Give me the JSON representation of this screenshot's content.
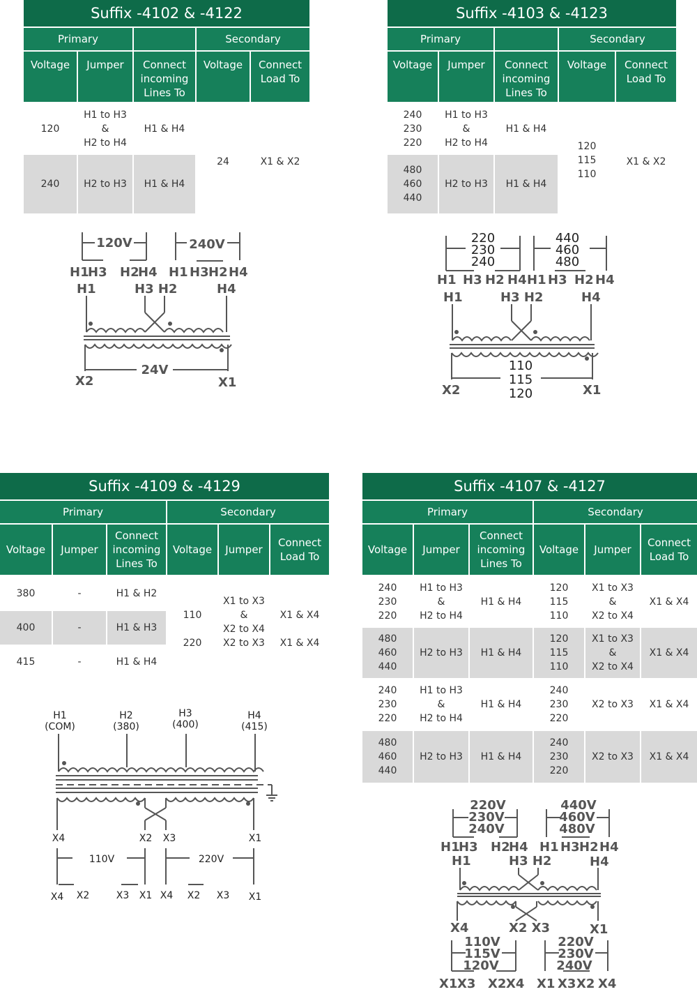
{
  "colors": {
    "header": "#16805a",
    "title": "#0e6b49",
    "shaded": "#d9d9d9"
  },
  "t1": {
    "title": "Suffix -4102 & -4122",
    "primary": "Primary",
    "secondary": "Secondary",
    "cols": [
      "Voltage",
      "Jumper",
      "Connect incoming Lines To",
      "Voltage",
      "Connect Load To"
    ],
    "rows": [
      {
        "voltage": "120",
        "jumper": [
          "H1 to H3",
          "&",
          "H2 to H4"
        ],
        "lines": "H1 & H4"
      },
      {
        "voltage": "240",
        "jumper": [
          "H2 to H3"
        ],
        "lines": "H1 & H4"
      }
    ],
    "sec_voltage": "24",
    "sec_load": "X1 & X2"
  },
  "t2": {
    "title": "Suffix -4103 & -4123",
    "primary": "Primary",
    "secondary": "Secondary",
    "cols": [
      "Voltage",
      "Jumper",
      "Connect incoming Lines To",
      "Voltage",
      "Connect Load To"
    ],
    "rows": [
      {
        "voltage": [
          "240",
          "230",
          "220"
        ],
        "jumper": [
          "H1 to H3",
          "&",
          "H2 to H4"
        ],
        "lines": "H1 & H4"
      },
      {
        "voltage": [
          "480",
          "460",
          "440"
        ],
        "jumper": [
          "H2 to H3"
        ],
        "lines": "H1 & H4"
      }
    ],
    "sec_voltage": [
      "120",
      "115",
      "110"
    ],
    "sec_load": "X1 & X2"
  },
  "t3": {
    "title": "Suffix -4109 & -4129",
    "primary": "Primary",
    "secondary": "Secondary",
    "cols": [
      "Voltage",
      "Jumper",
      "Connect incoming Lines To",
      "Voltage",
      "Jumper",
      "Connect Load To"
    ],
    "rows": [
      {
        "voltage": "380",
        "jumper": "-",
        "lines": "H1 & H2"
      },
      {
        "voltage": "400",
        "jumper": "-",
        "lines": "H1 & H3"
      },
      {
        "voltage": "415",
        "jumper": "-",
        "lines": "H1 & H4"
      }
    ],
    "sec": [
      {
        "voltage": "110",
        "jumper": [
          "X1 to X3",
          "&",
          "X2 to X4"
        ],
        "load": "X1 & X4"
      },
      {
        "voltage": "220",
        "jumper": [
          "X2 to X3"
        ],
        "load": "X1 & X4"
      }
    ]
  },
  "t4": {
    "title": "Suffix -4107 & -4127",
    "primary": "Primary",
    "secondary": "Secondary",
    "cols": [
      "Voltage",
      "Jumper",
      "Connect incoming Lines To",
      "Voltage",
      "Jumper",
      "Connect Load To"
    ],
    "rows": [
      {
        "voltage": [
          "240",
          "230",
          "220"
        ],
        "jumper": [
          "H1 to H3",
          "&",
          "H2 to H4"
        ],
        "lines": "H1 & H4",
        "sec_voltage": [
          "120",
          "115",
          "110"
        ],
        "sec_jumper": [
          "X1 to X3",
          "&",
          "X2 to X4"
        ],
        "load": "X1 & X4"
      },
      {
        "voltage": [
          "480",
          "460",
          "440"
        ],
        "jumper": [
          "H2 to H3"
        ],
        "lines": "H1 & H4",
        "sec_voltage": [
          "120",
          "115",
          "110"
        ],
        "sec_jumper": [
          "X1 to X3",
          "&",
          "X2 to X4"
        ],
        "load": "X1 & X4"
      },
      {
        "voltage": [
          "240",
          "230",
          "220"
        ],
        "jumper": [
          "H1 to H3",
          "&",
          "H2 to H4"
        ],
        "lines": "H1 & H4",
        "sec_voltage": [
          "240",
          "230",
          "220"
        ],
        "sec_jumper": [
          "X2 to X3"
        ],
        "load": "X1 & X4"
      },
      {
        "voltage": [
          "480",
          "460",
          "440"
        ],
        "jumper": [
          "H2 to H3"
        ],
        "lines": "H1 & H4",
        "sec_voltage": [
          "240",
          "230",
          "220"
        ],
        "sec_jumper": [
          "X2 to X3"
        ],
        "load": "X1 & X4"
      }
    ]
  },
  "d1": {
    "v1": "120V",
    "v2": "240V",
    "top": [
      "H1",
      "H3",
      "H2",
      "H4",
      "H1",
      "H3",
      "H2",
      "H4"
    ],
    "h1": "H1",
    "h3h2": "H3 H2",
    "h4": "H4",
    "sec": "24V",
    "x2": "X2",
    "x1": "X1"
  },
  "d2": {
    "v1": [
      "220",
      "230",
      "240"
    ],
    "v2": [
      "440",
      "460",
      "480"
    ],
    "top": [
      "H1",
      "H3",
      "H2",
      "H4",
      "H1",
      "H3",
      "H2",
      "H4"
    ],
    "h1": "H1",
    "h3h2": "H3 H2",
    "h4": "H4",
    "sec": [
      "110",
      "115",
      "120"
    ],
    "x2": "X2",
    "x1": "X1"
  },
  "d3": {
    "h": [
      {
        "t": "H1",
        "s": "(COM)"
      },
      {
        "t": "H2",
        "s": "(380)"
      },
      {
        "t": "H3",
        "s": "(400)"
      },
      {
        "t": "H4",
        "s": "(415)"
      }
    ],
    "x": [
      "X4",
      "X2",
      "X3",
      "X1"
    ],
    "v1": "110V",
    "v2": "220V",
    "b": [
      "X4",
      "X2",
      "X3",
      "X1",
      "X4",
      "X2",
      "X3",
      "X1"
    ]
  },
  "d4": {
    "v1": [
      "220V",
      "230V",
      "240V"
    ],
    "v2": [
      "440V",
      "460V",
      "480V"
    ],
    "top": [
      "H1",
      "H3",
      "H2",
      "H4",
      "H1",
      "H3",
      "H2",
      "H4"
    ],
    "h1": "H1",
    "h3h2": "H3 H2",
    "h4": "H4",
    "x4": "X4",
    "x2x3": "X2 X3",
    "x1": "X1",
    "s1": [
      "110V",
      "115V",
      "120V"
    ],
    "s2": [
      "220V",
      "230V",
      "240V"
    ],
    "bot": [
      "X1",
      "X3",
      "X2",
      "X4",
      "X1",
      "X3",
      "X2",
      "X4"
    ]
  }
}
